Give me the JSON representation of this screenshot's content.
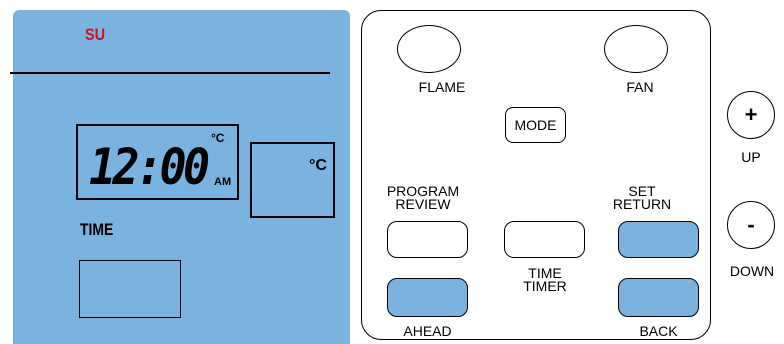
{
  "display": {
    "day": "SU",
    "clock": "12:00",
    "clock_unit": "°C",
    "ampm": "AM",
    "temp_unit": "°C",
    "time_label": "TIME"
  },
  "panel": {
    "flame_label": "FLAME",
    "fan_label": "FAN",
    "mode_label": "MODE",
    "program_review_label": "PROGRAM\nREVIEW",
    "set_return_label": "SET\nRETURN",
    "time_timer_label": "TIME\nTIMER",
    "ahead_label": "AHEAD",
    "back_label": "BACK"
  },
  "side": {
    "up_symbol": "+",
    "up_label": "UP",
    "down_symbol": "-",
    "down_label": "DOWN"
  },
  "colors": {
    "lcd_blue": "#7bb3e0",
    "day_red": "#d3111a"
  }
}
